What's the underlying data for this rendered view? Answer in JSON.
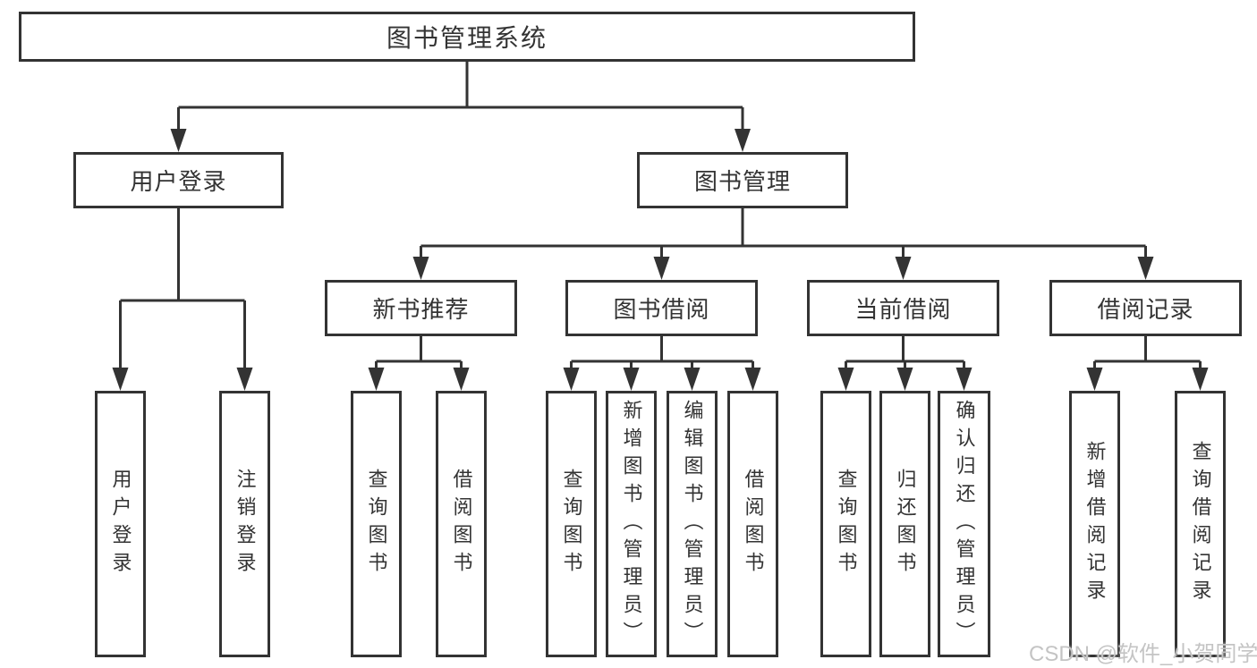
{
  "diagram": {
    "root": {
      "label": "图书管理系统"
    },
    "branches": [
      {
        "label": "用户登录",
        "children": [
          {
            "label": "用户登录"
          },
          {
            "label": "注销登录"
          }
        ]
      },
      {
        "label": "图书管理",
        "groups": [
          {
            "label": "新书推荐",
            "children": [
              {
                "label": "查询图书"
              },
              {
                "label": "借阅图书"
              }
            ]
          },
          {
            "label": "图书借阅",
            "children": [
              {
                "label": "查询图书"
              },
              {
                "label": "新增图书（管理员）"
              },
              {
                "label": "编辑图书（管理员）"
              },
              {
                "label": "借阅图书"
              }
            ]
          },
          {
            "label": "当前借阅",
            "children": [
              {
                "label": "查询图书"
              },
              {
                "label": "归还图书"
              },
              {
                "label": "确认归还（管理员）"
              }
            ]
          },
          {
            "label": "借阅记录",
            "children": [
              {
                "label": "新增借阅记录"
              },
              {
                "label": "查询借阅记录"
              }
            ]
          }
        ]
      }
    ]
  },
  "watermark": {
    "text": "CSDN @软件_小贺同学"
  },
  "colors": {
    "line": "#333333",
    "text": "#333333",
    "background": "#ffffff",
    "watermark": "#c4c4c4"
  }
}
